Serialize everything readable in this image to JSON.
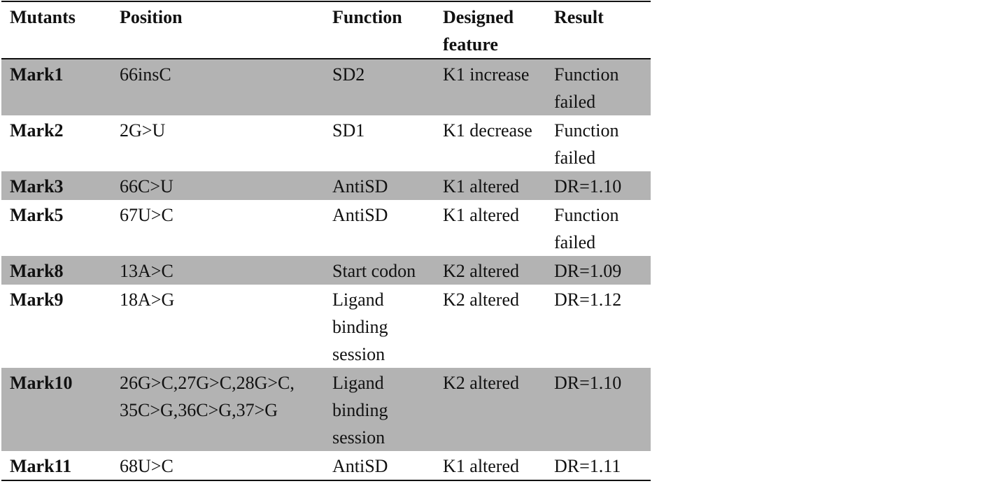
{
  "table": {
    "headers": {
      "mutants": "Mutants",
      "position": "Position",
      "function": "Function",
      "designed_feature": "Designed feature",
      "result": "Result"
    },
    "rows": [
      {
        "mutant": "Mark1",
        "position": "66insC",
        "function": "SD2",
        "feature": "K1 increase",
        "result": "Function failed",
        "shaded": true
      },
      {
        "mutant": "Mark2",
        "position": "2G>U",
        "function": "SD1",
        "feature": "K1 decrease",
        "result": "Function failed",
        "shaded": false
      },
      {
        "mutant": "Mark3",
        "position": "66C>U",
        "function": "AntiSD",
        "feature": "K1 altered",
        "result": "DR=1.10",
        "shaded": true
      },
      {
        "mutant": "Mark5",
        "position": "67U>C",
        "function": "AntiSD",
        "feature": "K1 altered",
        "result": "Function failed",
        "shaded": false
      },
      {
        "mutant": "Mark8",
        "position": "13A>C",
        "function": "Start codon",
        "feature": "K2 altered",
        "result": "DR=1.09",
        "shaded": true
      },
      {
        "mutant": "Mark9",
        "position": "18A>G",
        "function": "Ligand binding session",
        "feature": "K2 altered",
        "result": "DR=1.12",
        "shaded": false
      },
      {
        "mutant": "Mark10",
        "position": "26G>C,27G>C,28G>C, 35C>G,36C>G,37>G",
        "function": "Ligand binding session",
        "feature": "K2 altered",
        "result": "DR=1.10",
        "shaded": true
      },
      {
        "mutant": "Mark11",
        "position": "68U>C",
        "function": "AntiSD",
        "feature": "K1 altered",
        "result": "DR=1.11",
        "shaded": false
      }
    ]
  },
  "colors": {
    "shade": "#b3b3b3",
    "rule": "#111111"
  }
}
